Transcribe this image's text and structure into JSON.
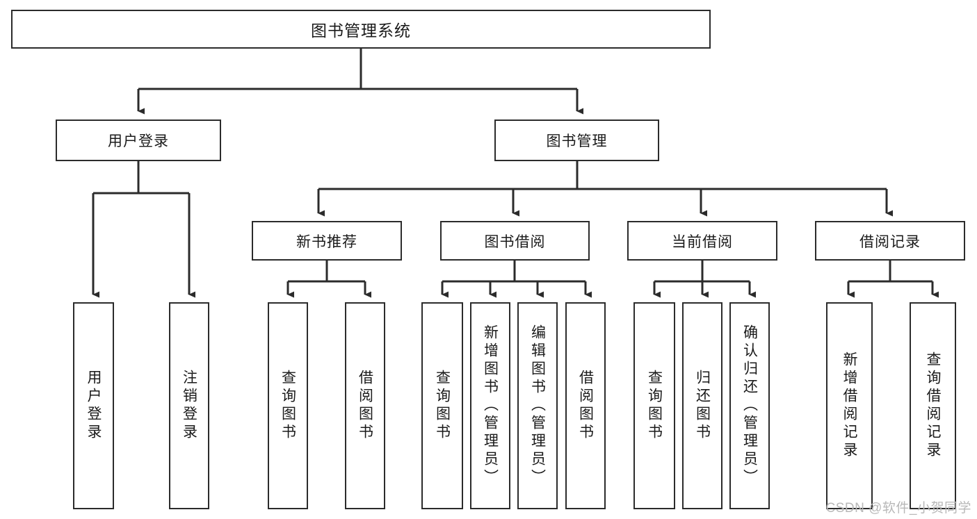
{
  "diagram": {
    "title": "图书管理系统",
    "root": {
      "label": "图书管理系统"
    },
    "level1": [
      {
        "label": "用户登录"
      },
      {
        "label": "图书管理"
      }
    ],
    "level2": [
      {
        "label": "新书推荐"
      },
      {
        "label": "图书借阅"
      },
      {
        "label": "当前借阅"
      },
      {
        "label": "借阅记录"
      }
    ],
    "leaves": {
      "user_login": [
        {
          "label": "用户登录"
        },
        {
          "label": "注销登录"
        }
      ],
      "new_book_recommend": [
        {
          "label": "查询图书"
        },
        {
          "label": "借阅图书"
        }
      ],
      "book_borrow": [
        {
          "label": "查询图书"
        },
        {
          "label": "新增图书（管理员）"
        },
        {
          "label": "编辑图书（管理员）"
        },
        {
          "label": "借阅图书"
        }
      ],
      "current_borrow": [
        {
          "label": "查询图书"
        },
        {
          "label": "归还图书"
        },
        {
          "label": "确认归还（管理员）"
        }
      ],
      "borrow_record": [
        {
          "label": "新增借阅记录"
        },
        {
          "label": "查询借阅记录"
        }
      ]
    }
  },
  "watermark": {
    "text": "CSDN @软件_小贺同学"
  },
  "colors": {
    "stroke": "#2b2b2b",
    "background": "#ffffff",
    "text": "#1a1a1a",
    "watermark": "#b8b8b8"
  }
}
